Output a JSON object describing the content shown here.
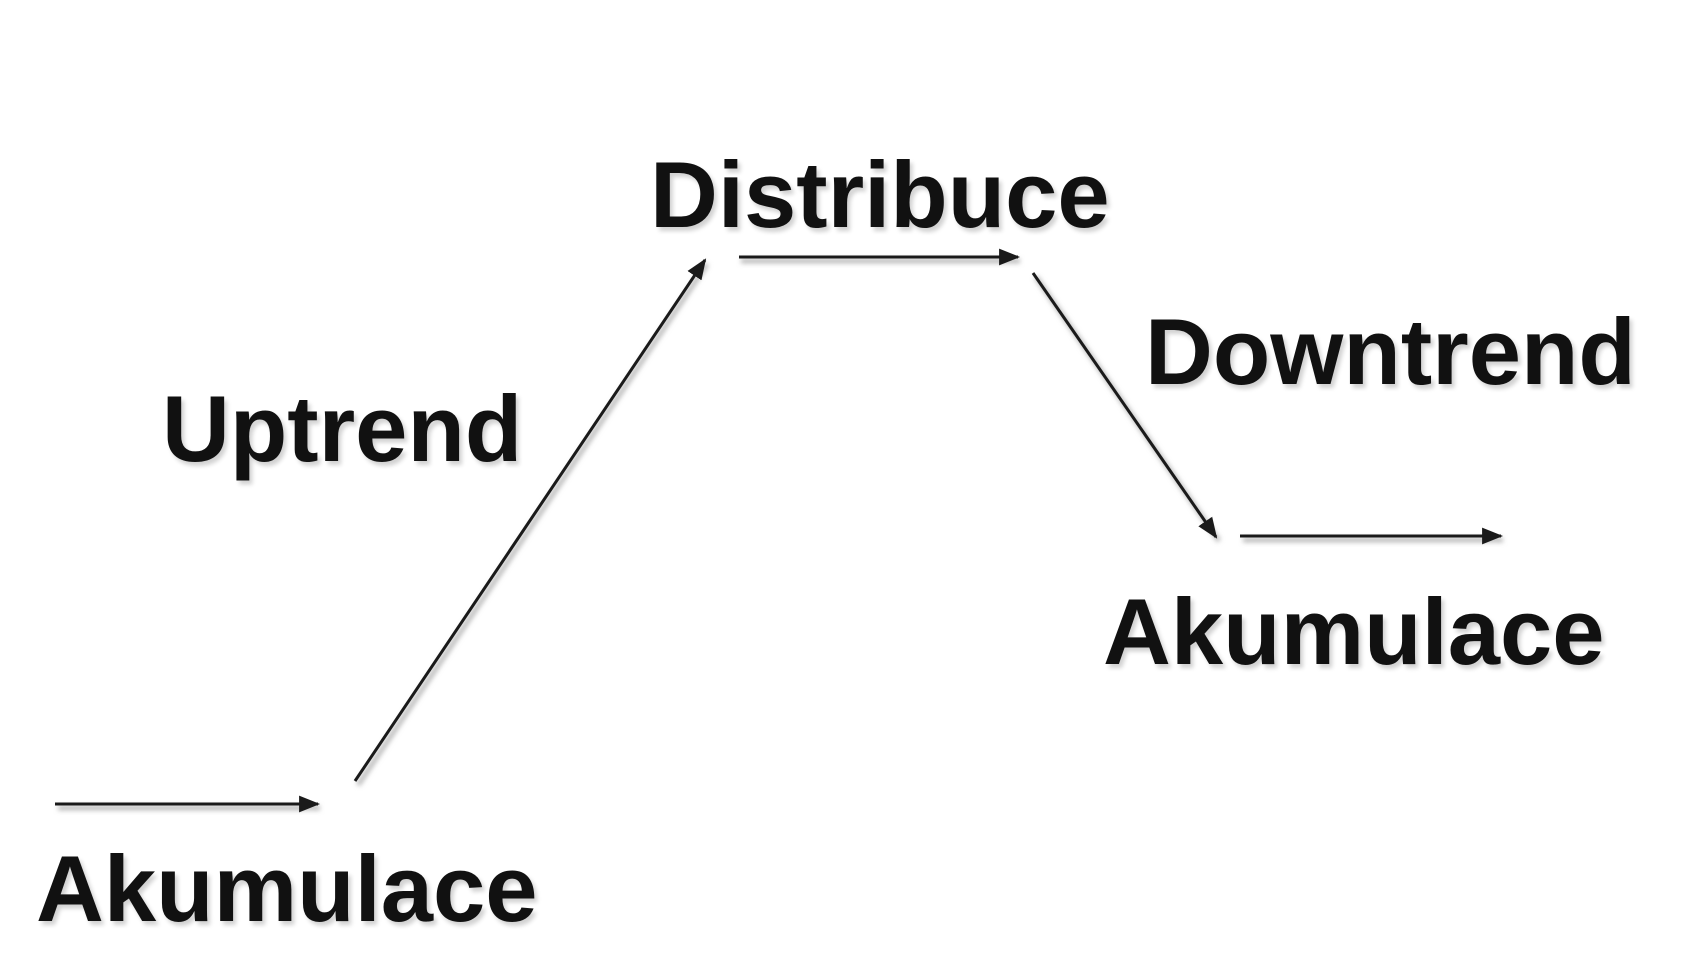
{
  "diagram": {
    "stages": [
      {
        "id": "akumulace-left",
        "label": "Akumulace"
      },
      {
        "id": "uptrend",
        "label": "Uptrend"
      },
      {
        "id": "distribuce",
        "label": "Distribuce"
      },
      {
        "id": "downtrend",
        "label": "Downtrend"
      },
      {
        "id": "akumulace-right",
        "label": "Akumulace"
      }
    ],
    "colors": {
      "text": "#111111",
      "arrow": "#1a1a1a",
      "background": "#ffffff"
    }
  }
}
